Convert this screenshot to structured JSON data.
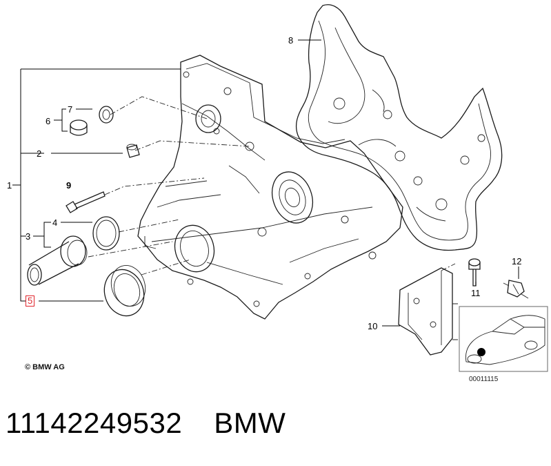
{
  "labels": {
    "l1": "1",
    "l2": "2",
    "l3": "3",
    "l4": "4",
    "l5": "5",
    "l6": "6",
    "l7": "7",
    "l8": "8",
    "l9": "9",
    "l10": "10",
    "l11": "11",
    "l12": "12"
  },
  "highlighted_label": "5",
  "copyright": "© BMW AG",
  "diagram_code": "00011115",
  "footer": {
    "part_number": "11142249532",
    "brand": "BMW"
  },
  "colors": {
    "highlight": "#e0242b",
    "line": "#1a1a1a"
  }
}
